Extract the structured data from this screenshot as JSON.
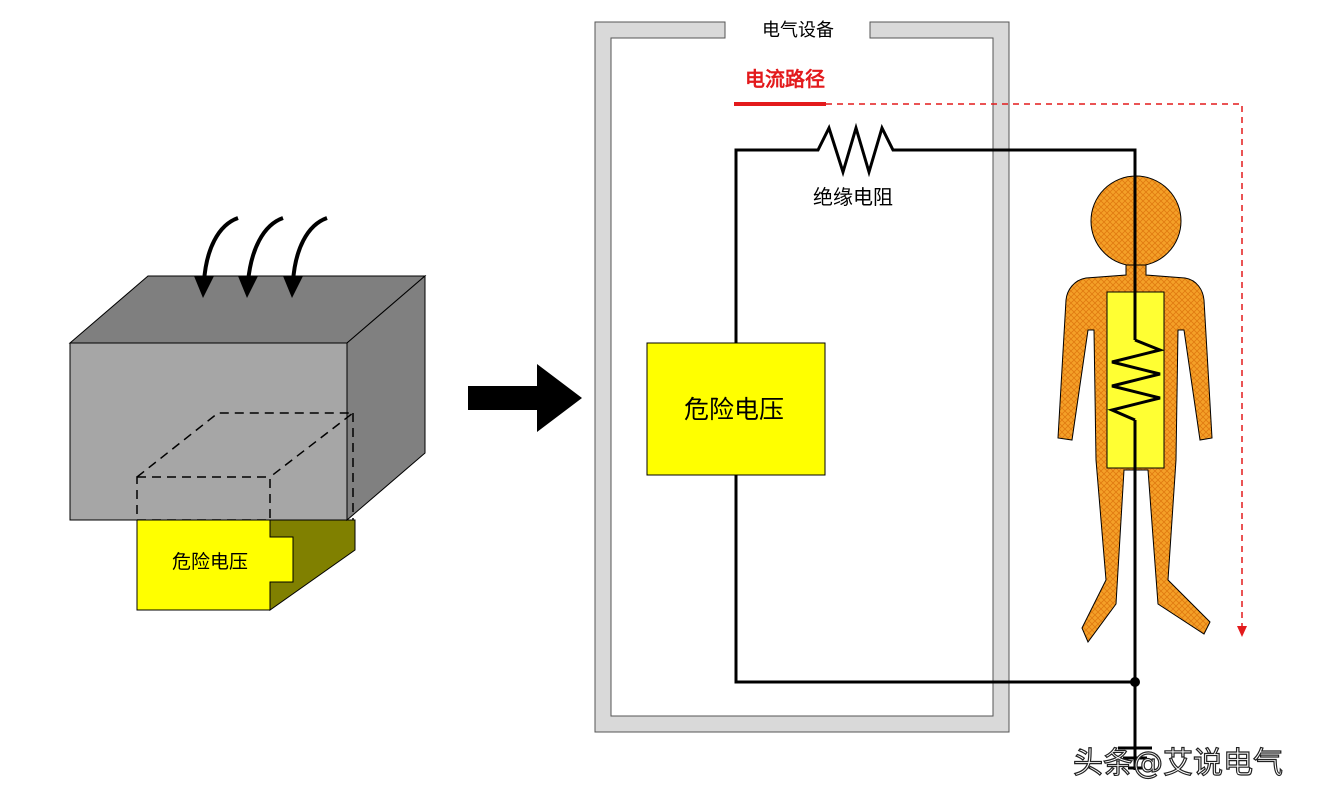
{
  "left_block": {
    "label": "危险电压",
    "colors": {
      "front": "#a6a6a6",
      "top": "#7f7f7f",
      "side": "#808080",
      "voltage": "#ffff00",
      "voltage_side": "#808000"
    }
  },
  "enclosure": {
    "label": "电气设备",
    "color": "#d9d9d9"
  },
  "current_path": {
    "label": "电流路径",
    "color": "#e31a1c"
  },
  "resistor": {
    "label": "绝缘电阻"
  },
  "voltage_source": {
    "label": "危险电压",
    "color": "#ffff00"
  },
  "human": {
    "color": "#f4a028",
    "torso_color": "#ffff33"
  },
  "watermark": {
    "text": "头条@艾说电气"
  }
}
